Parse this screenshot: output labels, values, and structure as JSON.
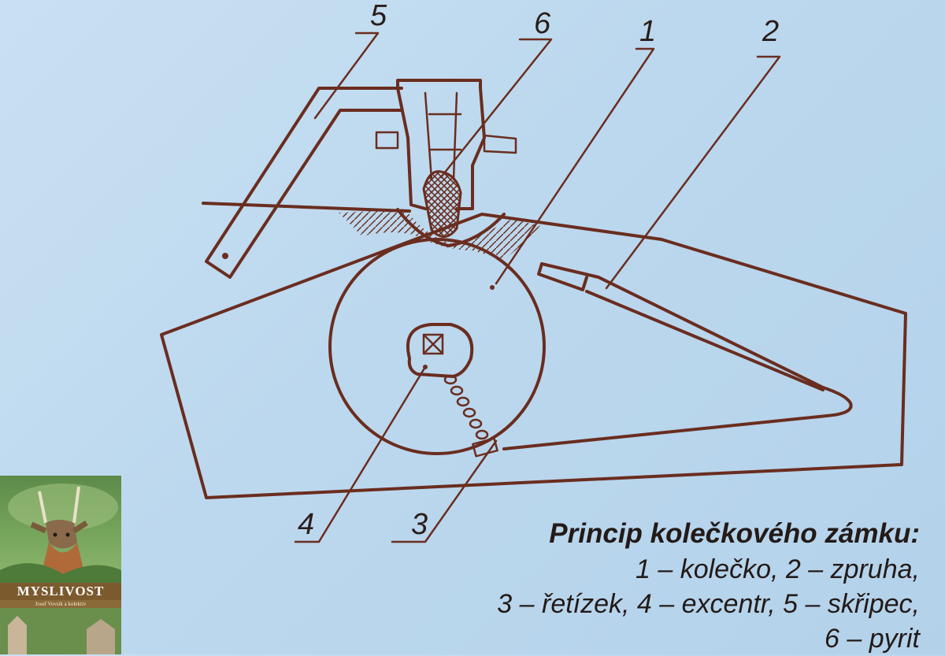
{
  "diagram": {
    "labels": {
      "n1": "1",
      "n2": "2",
      "n3": "3",
      "n4": "4",
      "n5": "5",
      "n6": "6"
    }
  },
  "caption": {
    "title": "Princip kolečkového zámku:",
    "line1": "1 – kolečko, 2 – zpruha,",
    "line2": "3 – řetízek, 4 – excentr, 5 – skřipec, 6 – pyrit"
  },
  "book_cover": {
    "title": "MYSLIVOST",
    "author": "Josef Vovsík a kolektiv"
  },
  "colors": {
    "ink": "#6a2d1f",
    "background": "#c0daee",
    "text": "#231a18"
  }
}
